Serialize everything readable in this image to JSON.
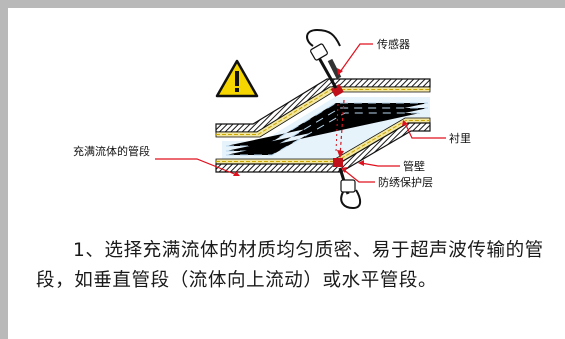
{
  "labels": {
    "sensor": "传感器",
    "full_pipe": "充满流体的管段",
    "liner": "衬里",
    "pipe_wall": "管壁",
    "anticorrosion": "防绣保护层"
  },
  "warning_icon": "warning-triangle-icon",
  "caption": "1、选择充满流体的材质均匀质密、易于超声波传输的管段，如垂直管段（流体向上流动）或水平管段。",
  "colors": {
    "frame": "#b9b9b9",
    "leader": "#e0111e",
    "warning": "#f5d600",
    "liner_yellow": "#e9d66a",
    "pipe_fill": "#e6f3fb",
    "dash": "#b8d6ec"
  }
}
